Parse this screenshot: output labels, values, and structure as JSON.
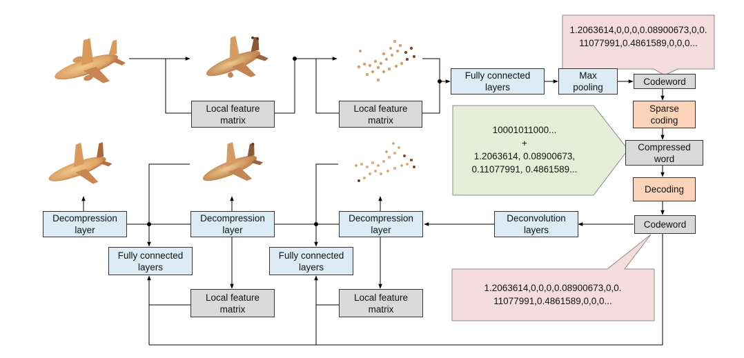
{
  "encoder": {
    "local_feature_1": "Local feature\nmatrix",
    "local_feature_2": "Local feature\nmatrix",
    "fully_connected": "Fully connected\nlayers",
    "max_pooling": "Max\npooling",
    "codeword": "Codeword"
  },
  "compression": {
    "sparse_coding": "Sparse\ncoding",
    "compressed_word": "Compressed\nword",
    "decoding": "Decoding",
    "codeword": "Codeword"
  },
  "decoder": {
    "deconvolution": "Deconvolution\nlayers",
    "decompression_1": "Decompression\nlayer",
    "decompression_2": "Decompression\nlayer",
    "decompression_3": "Decompression\nlayer",
    "fully_connected_1": "Fully connected\nlayers",
    "fully_connected_2": "Fully connected\nlayers",
    "local_feature_1": "Local feature\nmatrix",
    "local_feature_2": "Local feature\nmatrix"
  },
  "callouts": {
    "top_codeword_values": "1.2063614,0,0,0,0.08900673,0,0.\n11077991,0.4861589,0,0,0...",
    "compressed_values": "10001011000...\n+\n1.2063614, 0.08900673,\n0.11077991, 0.4861589...",
    "bottom_codeword_values": "1.2063614,0,0,0,0.08900673,0,0.\n11077991,0.4861589,0,0,0..."
  },
  "colors": {
    "blue_box": "#dcebf4",
    "gray_box": "#d9d9d9",
    "orange_box": "#fbd3b8",
    "pink_callout": "#f6dddd",
    "green_callout": "#e6eed8"
  }
}
